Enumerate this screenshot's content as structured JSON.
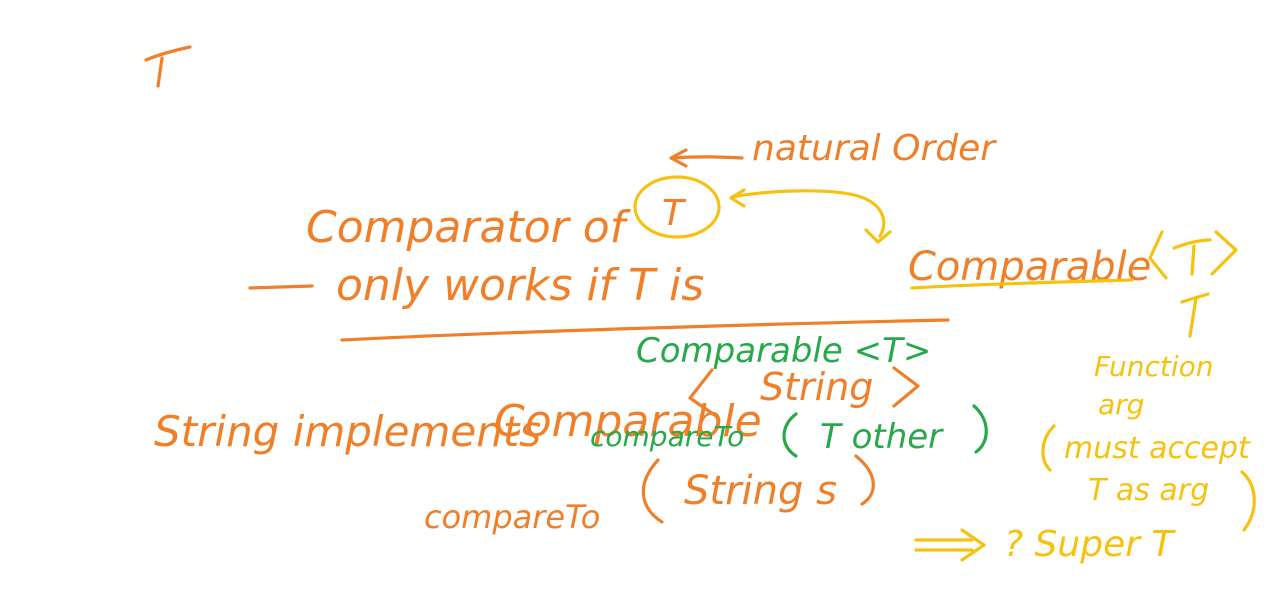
{
  "colors": {
    "orange": "#f07f2a",
    "yellow": "#f5c211",
    "green": "#27a84a",
    "background": "#ffffff"
  },
  "notes": {
    "t_corner": "T",
    "natural_order": "natural Order",
    "comparator_of": "Comparator of",
    "t_circled": "T",
    "only_works_if": "only works if T is",
    "comparable_t": "Comparable",
    "comparable_t_arg": "T",
    "comparable_green": "Comparable <T>",
    "string_implements": "String implements",
    "comparable_string": "Comparable",
    "string_arg": "String",
    "compareto_green": "compareTo",
    "t_other": "T other",
    "compareto_string": "compareTo",
    "string_s": "String s",
    "function_note": "Function",
    "arg_note": "arg",
    "must_accept": "must accept",
    "t_as_arg": "T as arg",
    "super_t": "? Super T"
  }
}
